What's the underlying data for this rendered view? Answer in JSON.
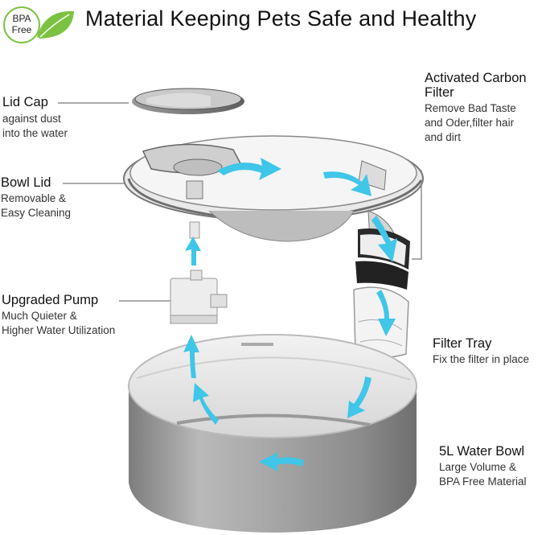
{
  "header": {
    "title": "Material Keeping Pets Safe and Healthy",
    "badge_line1": "BPA",
    "badge_line2": "Free",
    "badge_leaf_color": "#7cc242"
  },
  "parts": {
    "lid_cap": {
      "name": "Lid Cap",
      "desc1": "against dust",
      "desc2": "into the water"
    },
    "bowl_lid": {
      "name": "Bowl Lid",
      "desc1": "Removable &",
      "desc2": "Easy Cleaning"
    },
    "pump": {
      "name": "Upgraded Pump",
      "desc1": "Much Quieter &",
      "desc2": "Higher Water Utilization"
    },
    "carbon_filter": {
      "name1": "Activated Carbon",
      "name2": "Filter",
      "desc1": "Remove Bad Taste",
      "desc2": "and Oder,filter hair",
      "desc3": "and dirt"
    },
    "filter_tray": {
      "name": "Filter Tray",
      "desc1": "Fix the filter in place"
    },
    "water_bowl": {
      "name": "5L Water Bowl",
      "desc1": "Large Volume &",
      "desc2": "BPA Free Material"
    }
  },
  "colors": {
    "arrow": "#3fc6e8",
    "bowl_steel": "#9a9a9a",
    "lid_gray": "#8a8a8a"
  }
}
